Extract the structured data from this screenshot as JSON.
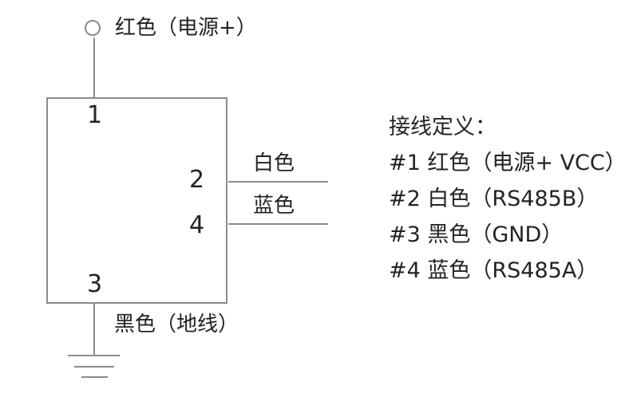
{
  "diagram": {
    "top_terminal": {
      "label": "红色（电源+）",
      "icon": "power-terminal-circle-icon"
    },
    "box_pins": {
      "pin1": "1",
      "pin2": "2",
      "pin4": "4",
      "pin3": "3"
    },
    "wire_labels": {
      "white": "白色",
      "blue": "蓝色"
    },
    "ground": {
      "label": "黑色（地线）",
      "icon": "ground-symbol-icon"
    }
  },
  "legend": {
    "title": "接线定义：",
    "items": [
      "#1 红色（电源+ VCC）",
      "#2 白色（RS485B）",
      "#3 黑色（GND）",
      "#4 蓝色（RS485A）"
    ]
  },
  "colors": {
    "line": "#8b8b8b",
    "text": "#262220",
    "background": "#ffffff"
  }
}
